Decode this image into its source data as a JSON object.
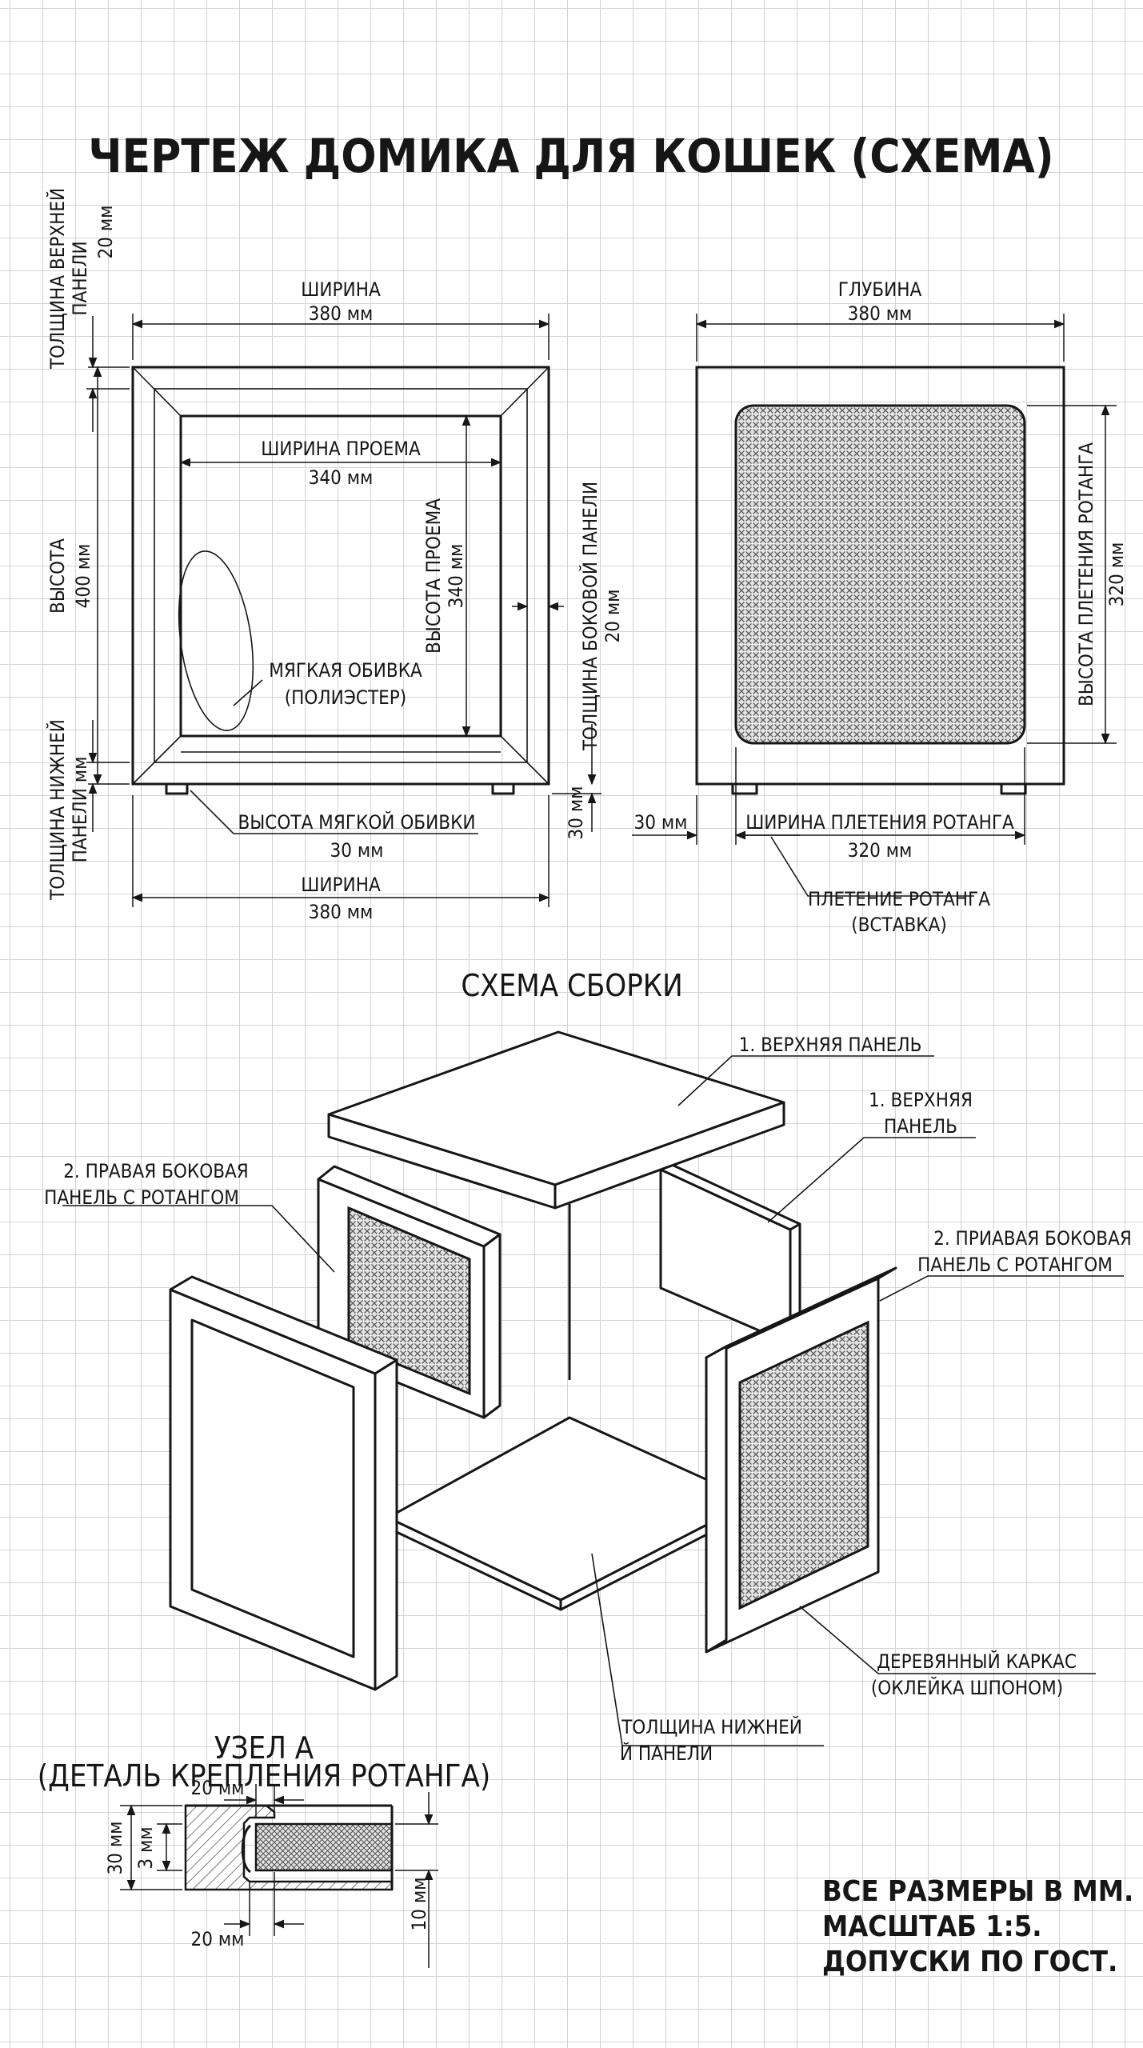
{
  "title": "ЧЕРТЕЖ ДОМИКА ДЛЯ КОШЕК (СХЕМА)",
  "front_view": {
    "top_panel_thickness": {
      "label_line1": "ТОЛЩИНА ВЕРХНЕЙ",
      "label_line2": "ПАНЕЛИ",
      "value": "20 мм"
    },
    "width_top": {
      "label": "ШИРИНА",
      "value": "380 мм"
    },
    "opening_width": {
      "label": "ШИРИНА ПРОЕМА",
      "value": "340 мм"
    },
    "opening_height": {
      "label": "ВЫСОТА ПРОЕМА",
      "value": "340 мм"
    },
    "height": {
      "label": "ВЫСОТА",
      "value": "400 мм"
    },
    "side_panel_thickness": {
      "label": "ТОЛЩИНА БОКОВОЙ ПАНЕЛИ",
      "value": "20 мм"
    },
    "soft_padding": {
      "label_line1": "МЯГКАЯ ОБИВКА",
      "label_line2": "(ПОЛИЭСТЕР)"
    },
    "bottom_panel_thickness": {
      "label_line1": "ТОЛЩИНА НИЖНЕЙ",
      "label_line2": "ПАНЕЛИ мм"
    },
    "padding_height": {
      "label": "ВЫСОТА МЯГКОЙ ОБИВКИ",
      "value": "30 мм"
    },
    "leg_height": {
      "value": "30 мм"
    },
    "width_bottom": {
      "label": "ШИРИНА",
      "value": "380 мм"
    }
  },
  "side_view": {
    "depth": {
      "label": "ГЛУБИНА",
      "value": "380 мм"
    },
    "rattan_height": {
      "label": "ВЫСОТА ПЛЕТЕНИЯ РОТАНГА",
      "value": "320 мм"
    },
    "offset": {
      "value": "30 мм"
    },
    "rattan_width": {
      "label": "ШИРИНА ПЛЕТЕНИЯ РОТАНГА",
      "value": "320 мм"
    },
    "rattan_insert": {
      "label_line1": "ПЛЕТЕНИЕ РОТАНГА",
      "label_line2": "(ВСТАВКА)"
    }
  },
  "assembly": {
    "title": "СХЕМА СБОРКИ",
    "top_panel": "1. ВЕРХНЯЯ ПАНЕЛЬ",
    "back_panel_line1": "1. ВЕРХНЯЯ",
    "back_panel_line2": "ПАНЕЛЬ",
    "left_panel_line1": "2. ПРАВАЯ БОКОВАЯ",
    "left_panel_line2": "ПАНЕЛЬ С РОТАНГОМ",
    "right_panel_line1": "2. ПРИАВАЯ БОКОВАЯ",
    "right_panel_line2": "ПАНЕЛЬ С РОТАНГОМ",
    "frame_line1": "ДЕРЕВЯННЫЙ КАРКАС",
    "frame_line2": "(ОКЛЕЙКА ШПОНОМ)",
    "bottom_line1": "ТОЛЩИНА НИЖНЕЙ",
    "bottom_line2": "Й ПАНЕЛИ"
  },
  "detail": {
    "title_line1": "УЗЕЛ А",
    "title_line2": "(ДЕТАЛЬ КРЕПЛЕНИЯ РОТАНГА)",
    "dim_top": "20 мм",
    "dim_bottom": "20 мм",
    "dim_height": "30 мм",
    "dim_groove": "3 мм",
    "dim_right": "10 мм"
  },
  "notes": {
    "line1": "ВСЕ РАЗМЕРЫ В ММ.",
    "line2": "МАСШТАБ 1:5.",
    "line3": "ДОПУСКИ ПО ГОСТ."
  },
  "colors": {
    "ink": "#161616",
    "grid": "#d3d3d3",
    "paper": "#ffffff"
  }
}
